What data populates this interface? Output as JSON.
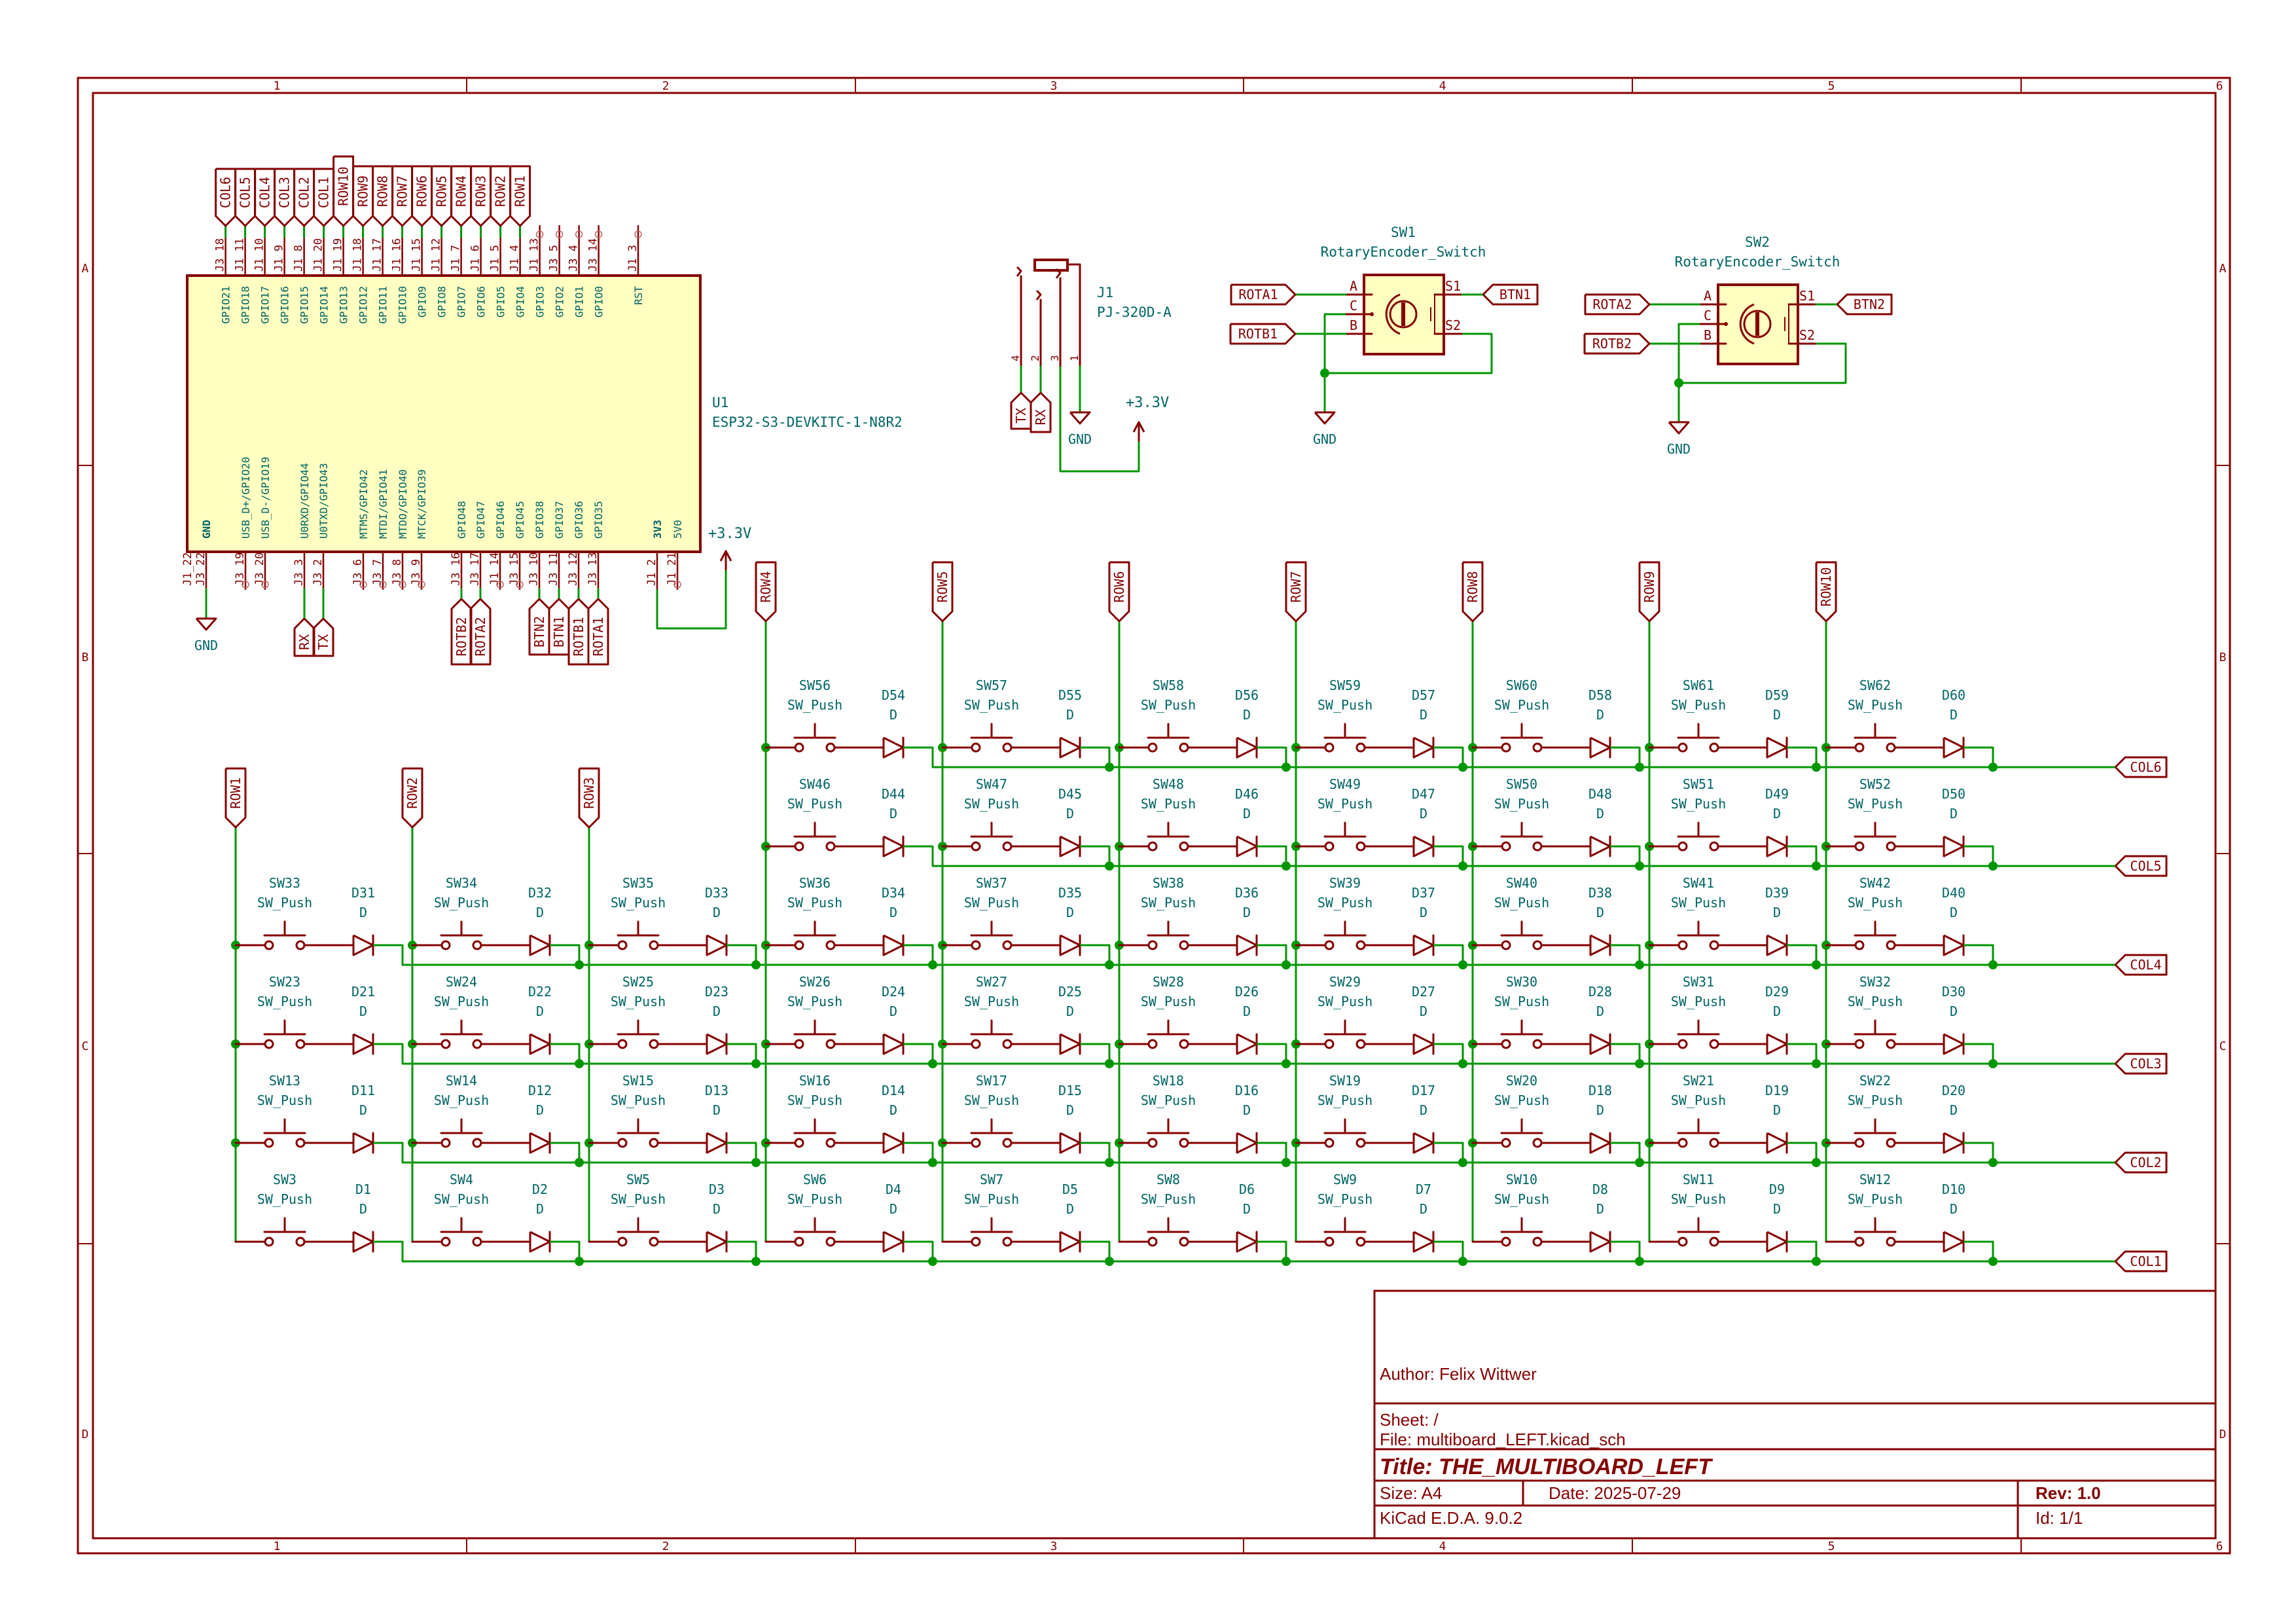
{
  "colors": {
    "frame": "#840000",
    "wire": "#009600",
    "text": "#006464",
    "body_fill": "#ffffc2"
  },
  "sheet": {
    "zones_x": [
      "1",
      "2",
      "3",
      "4",
      "5",
      "6"
    ],
    "zones_y": [
      "A",
      "B",
      "C",
      "D"
    ]
  },
  "u1": {
    "ref": "U1",
    "value": "ESP32-S3-DEVKITC-1-N8R2",
    "top_pins": [
      {
        "name": "GPIO21",
        "num": "J3_18",
        "net": "COL6"
      },
      {
        "name": "GPIO18",
        "num": "J1_11",
        "net": "COL5"
      },
      {
        "name": "GPIO17",
        "num": "J1_10",
        "net": "COL4"
      },
      {
        "name": "GPIO16",
        "num": "J1_9",
        "net": "COL3"
      },
      {
        "name": "GPIO15",
        "num": "J1_8",
        "net": "COL2"
      },
      {
        "name": "GPIO14",
        "num": "J1_20",
        "net": "COL1"
      },
      {
        "name": "GPIO13",
        "num": "J1_19",
        "net": "ROW10"
      },
      {
        "name": "GPIO12",
        "num": "J1_18",
        "net": "ROW9"
      },
      {
        "name": "GPIO11",
        "num": "J1_17",
        "net": "ROW8"
      },
      {
        "name": "GPIO10",
        "num": "J1_16",
        "net": "ROW7"
      },
      {
        "name": "GPIO9",
        "num": "J1_15",
        "net": "ROW6"
      },
      {
        "name": "GPIO8",
        "num": "J1_12",
        "net": "ROW5"
      },
      {
        "name": "GPIO7",
        "num": "J1_7",
        "net": "ROW4"
      },
      {
        "name": "GPIO6",
        "num": "J1_6",
        "net": "ROW3"
      },
      {
        "name": "GPIO5",
        "num": "J1_5",
        "net": "ROW2"
      },
      {
        "name": "GPIO4",
        "num": "J1_4",
        "net": "ROW1"
      },
      {
        "name": "GPIO3",
        "num": "J1_13",
        "net": null
      },
      {
        "name": "GPIO2",
        "num": "J3_5",
        "net": null
      },
      {
        "name": "GPIO1",
        "num": "J3_4",
        "net": null
      },
      {
        "name": "GPIO0",
        "num": "J3_14",
        "net": null
      },
      {
        "name": "RST",
        "num": "J1_3",
        "net": null
      }
    ],
    "bottom_pins": [
      {
        "name": "GND",
        "num": "J3_22",
        "num2": "J1_22",
        "net": "GND"
      },
      {
        "name": "USB_D+/GPIO20",
        "num": "J3_19",
        "net": null
      },
      {
        "name": "USB_D-/GPIO19",
        "num": "J3_20",
        "net": null
      },
      {
        "name": "U0RXD/GPIO44",
        "num": "J3_3",
        "net": "RX"
      },
      {
        "name": "U0TXD/GPIO43",
        "num": "J3_2",
        "net": "TX"
      },
      {
        "name": "MTMS/GPIO42",
        "num": "J3_6",
        "net": null
      },
      {
        "name": "MTDI/GPIO41",
        "num": "J3_7",
        "net": null
      },
      {
        "name": "MTDO/GPIO40",
        "num": "J3_8",
        "net": null
      },
      {
        "name": "MTCK/GPIO39",
        "num": "J3_9",
        "net": null
      },
      {
        "name": "GPIO48",
        "num": "J3_16",
        "net": "ROTB2"
      },
      {
        "name": "GPIO47",
        "num": "J3_17",
        "net": "ROTA2"
      },
      {
        "name": "GPIO46",
        "num": "J1_14",
        "net": null
      },
      {
        "name": "GPIO45",
        "num": "J3_15",
        "net": null
      },
      {
        "name": "GPIO38",
        "num": "J3_10",
        "net": "BTN2"
      },
      {
        "name": "GPIO37",
        "num": "J3_11",
        "net": "BTN1"
      },
      {
        "name": "GPIO36",
        "num": "J3_12",
        "net": "ROTB1"
      },
      {
        "name": "GPIO35",
        "num": "J3_13",
        "net": "ROTA1"
      },
      {
        "name": "3V3",
        "num": "J1_2",
        "net": "+3.3V"
      },
      {
        "name": "5V0",
        "num": "J1_21",
        "net": null
      }
    ],
    "gnd_label": "GND",
    "power_label": "+3.3V"
  },
  "j1": {
    "ref": "J1",
    "value": "PJ-320D-A",
    "pins": [
      "4",
      "2",
      "3",
      "1"
    ],
    "nets": [
      "TX",
      "RX"
    ],
    "gnd_label": "GND",
    "power_label": "+3.3V"
  },
  "encoders": [
    {
      "ref": "SW1",
      "value": "RotaryEncoder_Switch",
      "pins": [
        "A",
        "C",
        "B",
        "S1",
        "S2"
      ],
      "net_a": "ROTA1",
      "net_b": "ROTB1",
      "net_btn": "BTN1",
      "gnd_label": "GND"
    },
    {
      "ref": "SW2",
      "value": "RotaryEncoder_Switch",
      "pins": [
        "A",
        "C",
        "B",
        "S1",
        "S2"
      ],
      "net_a": "ROTA2",
      "net_b": "ROTB2",
      "net_btn": "BTN2",
      "gnd_label": "GND"
    }
  ],
  "matrix": {
    "switch_value": "SW_Push",
    "diode_value": "D",
    "row_nets": [
      "ROW1",
      "ROW2",
      "ROW3",
      "ROW4",
      "ROW5",
      "ROW6",
      "ROW7",
      "ROW8",
      "ROW9",
      "ROW10"
    ],
    "rows": [
      {
        "col_net": "COL6",
        "cells": [
          null,
          null,
          null,
          [
            "SW56",
            "D54"
          ],
          [
            "SW57",
            "D55"
          ],
          [
            "SW58",
            "D56"
          ],
          [
            "SW59",
            "D57"
          ],
          [
            "SW60",
            "D58"
          ],
          [
            "SW61",
            "D59"
          ],
          [
            "SW62",
            "D60"
          ]
        ]
      },
      {
        "col_net": "COL5",
        "cells": [
          null,
          null,
          null,
          [
            "SW46",
            "D44"
          ],
          [
            "SW47",
            "D45"
          ],
          [
            "SW48",
            "D46"
          ],
          [
            "SW49",
            "D47"
          ],
          [
            "SW50",
            "D48"
          ],
          [
            "SW51",
            "D49"
          ],
          [
            "SW52",
            "D50"
          ]
        ]
      },
      {
        "col_net": "COL4",
        "cells": [
          [
            "SW33",
            "D31"
          ],
          [
            "SW34",
            "D32"
          ],
          [
            "SW35",
            "D33"
          ],
          [
            "SW36",
            "D34"
          ],
          [
            "SW37",
            "D35"
          ],
          [
            "SW38",
            "D36"
          ],
          [
            "SW39",
            "D37"
          ],
          [
            "SW40",
            "D38"
          ],
          [
            "SW41",
            "D39"
          ],
          [
            "SW42",
            "D40"
          ]
        ]
      },
      {
        "col_net": "COL3",
        "cells": [
          [
            "SW23",
            "D21"
          ],
          [
            "SW24",
            "D22"
          ],
          [
            "SW25",
            "D23"
          ],
          [
            "SW26",
            "D24"
          ],
          [
            "SW27",
            "D25"
          ],
          [
            "SW28",
            "D26"
          ],
          [
            "SW29",
            "D27"
          ],
          [
            "SW30",
            "D28"
          ],
          [
            "SW31",
            "D29"
          ],
          [
            "SW32",
            "D30"
          ]
        ]
      },
      {
        "col_net": "COL2",
        "cells": [
          [
            "SW13",
            "D11"
          ],
          [
            "SW14",
            "D12"
          ],
          [
            "SW15",
            "D13"
          ],
          [
            "SW16",
            "D14"
          ],
          [
            "SW17",
            "D15"
          ],
          [
            "SW18",
            "D16"
          ],
          [
            "SW19",
            "D17"
          ],
          [
            "SW20",
            "D18"
          ],
          [
            "SW21",
            "D19"
          ],
          [
            "SW22",
            "D20"
          ]
        ]
      },
      {
        "col_net": "COL1",
        "cells": [
          [
            "SW3",
            "D1"
          ],
          [
            "SW4",
            "D2"
          ],
          [
            "SW5",
            "D3"
          ],
          [
            "SW6",
            "D4"
          ],
          [
            "SW7",
            "D5"
          ],
          [
            "SW8",
            "D6"
          ],
          [
            "SW9",
            "D7"
          ],
          [
            "SW10",
            "D8"
          ],
          [
            "SW11",
            "D9"
          ],
          [
            "SW12",
            "D10"
          ]
        ]
      }
    ]
  },
  "title_block": {
    "author": "Author: Felix Wittwer",
    "sheet": "Sheet: /",
    "file": "File: multiboard_LEFT.kicad_sch",
    "title": "Title: THE_MULTIBOARD_LEFT",
    "size": "Size: A4",
    "date": "Date: 2025-07-29",
    "rev": "Rev: 1.0",
    "tool": "KiCad E.D.A. 9.0.2",
    "id": "Id: 1/1"
  }
}
